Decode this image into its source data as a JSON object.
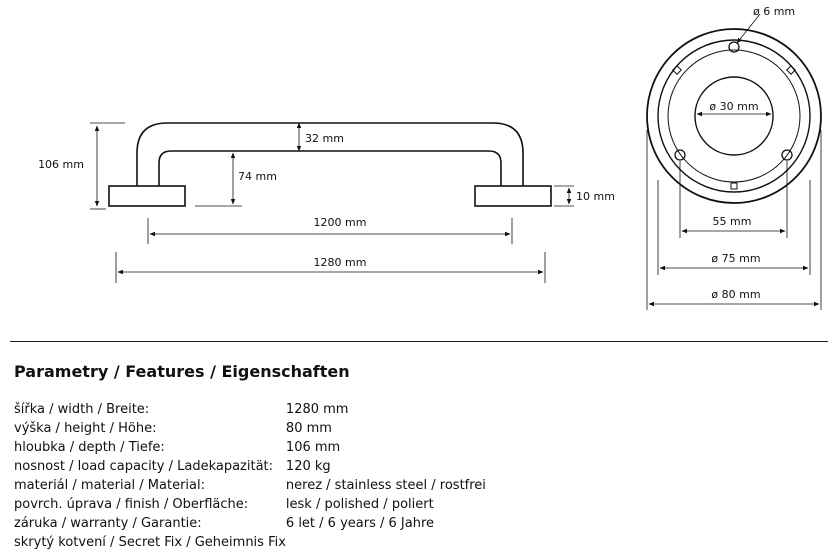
{
  "drawing": {
    "dimensions": {
      "depth": "106 mm",
      "tube_diameter": "32 mm",
      "clearance": "74 mm",
      "flange_thickness": "10 mm",
      "center_distance": "1200 mm",
      "total_length": "1280 mm",
      "screw_hole": "ø 6 mm",
      "tube_circle": "ø 30 mm",
      "hole_spacing": "55 mm",
      "base_diameter": "ø 75 mm",
      "cover_diameter": "ø 80 mm"
    }
  },
  "features": {
    "title": "Parametry / Features / Eigenschaften",
    "rows": [
      {
        "label": "šířka / width / Breite:",
        "value": "1280 mm"
      },
      {
        "label": "výška / height / Höhe:",
        "value": "80 mm"
      },
      {
        "label": "hloubka / depth / Tiefe:",
        "value": "106 mm"
      },
      {
        "label": "nosnost / load capacity / Ladekapazität:",
        "value": "120 kg"
      },
      {
        "label": "materiál / material / Material:",
        "value": "nerez / stainless steel / rostfrei"
      },
      {
        "label": "povrch. úprava / finish / Oberfläche:",
        "value": "lesk / polished / poliert"
      },
      {
        "label": "záruka / warranty / Garantie:",
        "value": "6 let / 6 years / 6 Jahre"
      },
      {
        "label": "skrytý kotvení / Secret Fix / Geheimnis Fix",
        "value": ""
      }
    ]
  }
}
